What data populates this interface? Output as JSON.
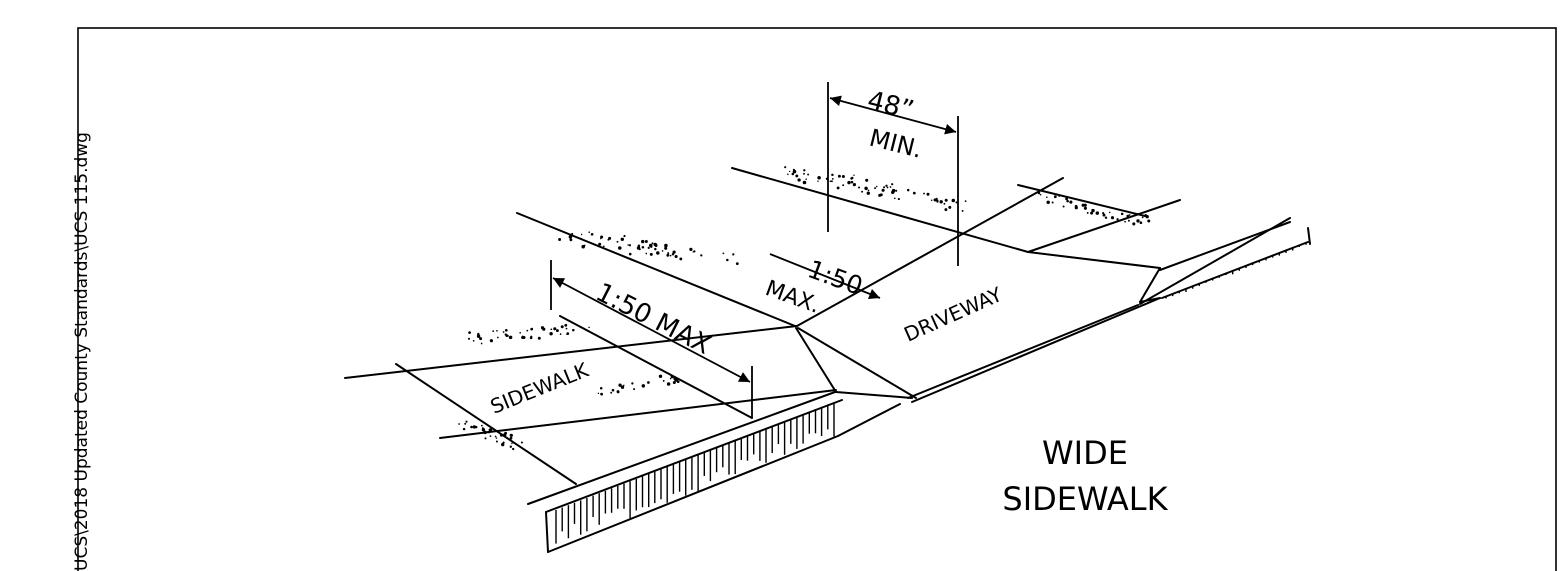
{
  "file_path": "UCS\\2018 Updated County Standards\\UCS 115.dwg",
  "labels": {
    "width_min_value": "48”",
    "width_min_suffix": "MIN.",
    "slope_driveway_value": "1:50",
    "slope_driveway_suffix": "MAX.",
    "slope_sidewalk": "1:50 MAX",
    "sidewalk": "SIDEWALK",
    "driveway": "DRIVEWAY",
    "title_line1": "WIDE",
    "title_line2": "SIDEWALK"
  }
}
